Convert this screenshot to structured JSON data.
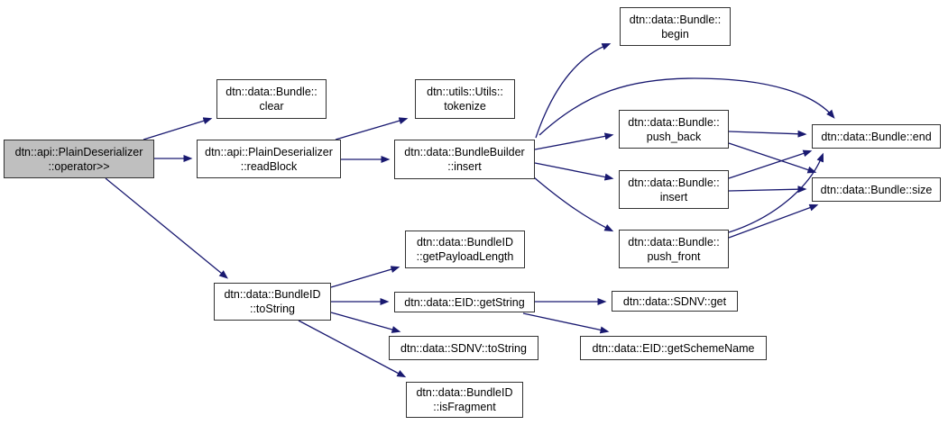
{
  "diagram": {
    "type": "call-graph",
    "colors": {
      "background": "#ffffff",
      "edge": "#191970",
      "node_border": "#323232",
      "node_fill": "#ffffff",
      "highlight_fill": "#bfbfbf",
      "text": "#000000"
    },
    "nodes": [
      {
        "label": "dtn::api::PlainDeserializer::operator>>",
        "highlighted": true,
        "lines": [
          "dtn::api::PlainDeserializer",
          "::operator>>"
        ]
      },
      {
        "label": "dtn::data::Bundle::clear",
        "highlighted": false,
        "lines": [
          "dtn::data::Bundle::",
          "clear"
        ]
      },
      {
        "label": "dtn::api::PlainDeserializer::readBlock",
        "highlighted": false,
        "lines": [
          "dtn::api::PlainDeserializer",
          "::readBlock"
        ]
      },
      {
        "label": "dtn::utils::Utils::tokenize",
        "highlighted": false,
        "lines": [
          "dtn::utils::Utils::",
          "tokenize"
        ]
      },
      {
        "label": "dtn::data::BundleBuilder::insert",
        "highlighted": false,
        "lines": [
          "dtn::data::BundleBuilder",
          "::insert"
        ]
      },
      {
        "label": "dtn::data::Bundle::begin",
        "highlighted": false,
        "lines": [
          "dtn::data::Bundle::",
          "begin"
        ]
      },
      {
        "label": "dtn::data::Bundle::push_back",
        "highlighted": false,
        "lines": [
          "dtn::data::Bundle::",
          "push_back"
        ]
      },
      {
        "label": "dtn::data::Bundle::insert",
        "highlighted": false,
        "lines": [
          "dtn::data::Bundle::",
          "insert"
        ]
      },
      {
        "label": "dtn::data::Bundle::push_front",
        "highlighted": false,
        "lines": [
          "dtn::data::Bundle::",
          "push_front"
        ]
      },
      {
        "label": "dtn::data::Bundle::end",
        "highlighted": false,
        "lines": [
          "dtn::data::Bundle::end"
        ]
      },
      {
        "label": "dtn::data::Bundle::size",
        "highlighted": false,
        "lines": [
          "dtn::data::Bundle::size"
        ]
      },
      {
        "label": "dtn::data::BundleID::toString",
        "highlighted": false,
        "lines": [
          "dtn::data::BundleID",
          "::toString"
        ]
      },
      {
        "label": "dtn::data::BundleID::getPayloadLength",
        "highlighted": false,
        "lines": [
          "dtn::data::BundleID",
          "::getPayloadLength"
        ]
      },
      {
        "label": "dtn::data::EID::getString",
        "highlighted": false,
        "lines": [
          "dtn::data::EID::getString"
        ]
      },
      {
        "label": "dtn::data::SDNV::toString",
        "highlighted": false,
        "lines": [
          "dtn::data::SDNV::toString"
        ]
      },
      {
        "label": "dtn::data::BundleID::isFragment",
        "highlighted": false,
        "lines": [
          "dtn::data::BundleID",
          "::isFragment"
        ]
      },
      {
        "label": "dtn::data::SDNV::get",
        "highlighted": false,
        "lines": [
          "dtn::data::SDNV::get"
        ]
      },
      {
        "label": "dtn::data::EID::getSchemeName",
        "highlighted": false,
        "lines": [
          "dtn::data::EID::getSchemeName"
        ]
      }
    ],
    "edges": [
      {
        "from": "dtn::api::PlainDeserializer::operator>>",
        "to": "dtn::data::Bundle::clear"
      },
      {
        "from": "dtn::api::PlainDeserializer::operator>>",
        "to": "dtn::api::PlainDeserializer::readBlock"
      },
      {
        "from": "dtn::api::PlainDeserializer::operator>>",
        "to": "dtn::data::BundleID::toString"
      },
      {
        "from": "dtn::api::PlainDeserializer::readBlock",
        "to": "dtn::utils::Utils::tokenize"
      },
      {
        "from": "dtn::api::PlainDeserializer::readBlock",
        "to": "dtn::data::BundleBuilder::insert"
      },
      {
        "from": "dtn::data::BundleBuilder::insert",
        "to": "dtn::data::Bundle::begin"
      },
      {
        "from": "dtn::data::BundleBuilder::insert",
        "to": "dtn::data::Bundle::end"
      },
      {
        "from": "dtn::data::BundleBuilder::insert",
        "to": "dtn::data::Bundle::push_back"
      },
      {
        "from": "dtn::data::BundleBuilder::insert",
        "to": "dtn::data::Bundle::insert"
      },
      {
        "from": "dtn::data::BundleBuilder::insert",
        "to": "dtn::data::Bundle::push_front"
      },
      {
        "from": "dtn::data::Bundle::push_back",
        "to": "dtn::data::Bundle::end"
      },
      {
        "from": "dtn::data::Bundle::push_back",
        "to": "dtn::data::Bundle::size"
      },
      {
        "from": "dtn::data::Bundle::insert",
        "to": "dtn::data::Bundle::end"
      },
      {
        "from": "dtn::data::Bundle::insert",
        "to": "dtn::data::Bundle::size"
      },
      {
        "from": "dtn::data::Bundle::push_front",
        "to": "dtn::data::Bundle::end"
      },
      {
        "from": "dtn::data::Bundle::push_front",
        "to": "dtn::data::Bundle::size"
      },
      {
        "from": "dtn::data::BundleID::toString",
        "to": "dtn::data::BundleID::getPayloadLength"
      },
      {
        "from": "dtn::data::BundleID::toString",
        "to": "dtn::data::EID::getString"
      },
      {
        "from": "dtn::data::BundleID::toString",
        "to": "dtn::data::SDNV::toString"
      },
      {
        "from": "dtn::data::BundleID::toString",
        "to": "dtn::data::BundleID::isFragment"
      },
      {
        "from": "dtn::data::EID::getString",
        "to": "dtn::data::SDNV::get"
      },
      {
        "from": "dtn::data::EID::getString",
        "to": "dtn::data::EID::getSchemeName"
      }
    ]
  }
}
